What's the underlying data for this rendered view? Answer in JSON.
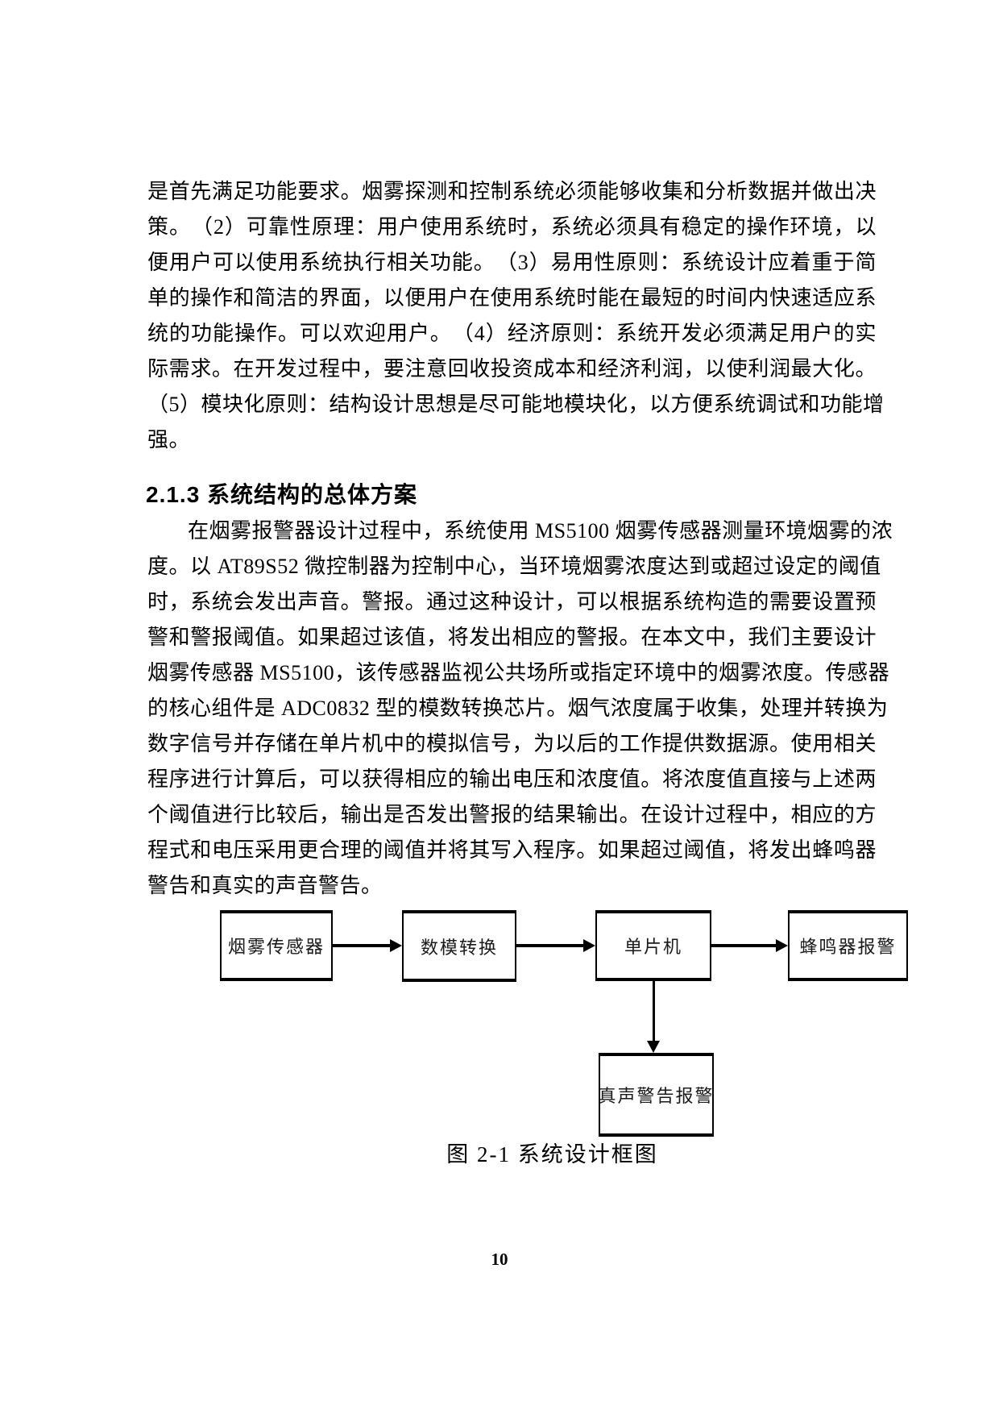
{
  "page": {
    "number": "10"
  },
  "intro_paragraph": {
    "lines": [
      "是首先满足功能要求。烟雾探测和控制系统必须能够收集和分析数据并做出决",
      "策。　（2）可靠性原理：用户使用系统时，系统必须具有稳定的操作环境，以",
      "便用户可以使用系统执行相关功能。　（3）易用性原则：系统设计应着重于简",
      "单的操作和简洁的界面，以便用户在使用系统时能在最短的时间内快速适应系",
      "统的功能操作。可以欢迎用户。　（4）经济原则：系统开发必须满足用户的实",
      "际需求。在开发过程中，要注意回收投资成本和经济利润，以使利润最大化。",
      "（5）模块化原则：结构设计思想是尽可能地模块化，以方便系统调试和功能增",
      "强。"
    ]
  },
  "section": {
    "heading": "2.1.3 系统结构的总体方案"
  },
  "body_paragraph": {
    "lines": [
      "在烟雾报警器设计过程中，系统使用 MS5100 烟雾传感器测量环境烟雾的浓",
      "度。以 AT89S52 微控制器为控制中心，当环境烟雾浓度达到或超过设定的阈值",
      "时，系统会发出声音。警报。通过这种设计，可以根据系统构造的需要设置预",
      "警和警报阈值。如果超过该值，将发出相应的警报。在本文中，我们主要设计",
      "烟雾传感器 MS5100，该传感器监视公共场所或指定环境中的烟雾浓度。传感器",
      "的核心组件是 ADC0832 型的模数转换芯片。烟气浓度属于收集，处理并转换为",
      "数字信号并存储在单片机中的模拟信号，为以后的工作提供数据源。使用相关",
      "程序进行计算后，可以获得相应的输出电压和浓度值。将浓度值直接与上述两",
      "个阈值进行比较后，输出是否发出警报的结果输出。在设计过程中，相应的方",
      "程式和电压采用更合理的阈值并将其写入程序。如果超过阈值，将发出蜂鸣器",
      "警告和真实的声音警告。"
    ]
  },
  "figure": {
    "caption": "图 2-1 系统设计框图",
    "blocks": {
      "smoke_sensor": "烟雾传感器",
      "da_conversion": "数模转换",
      "mcu": "单片机",
      "buzzer_alarm": "蜂鸣器报警",
      "voice_alarm": "真声警告报警"
    }
  }
}
